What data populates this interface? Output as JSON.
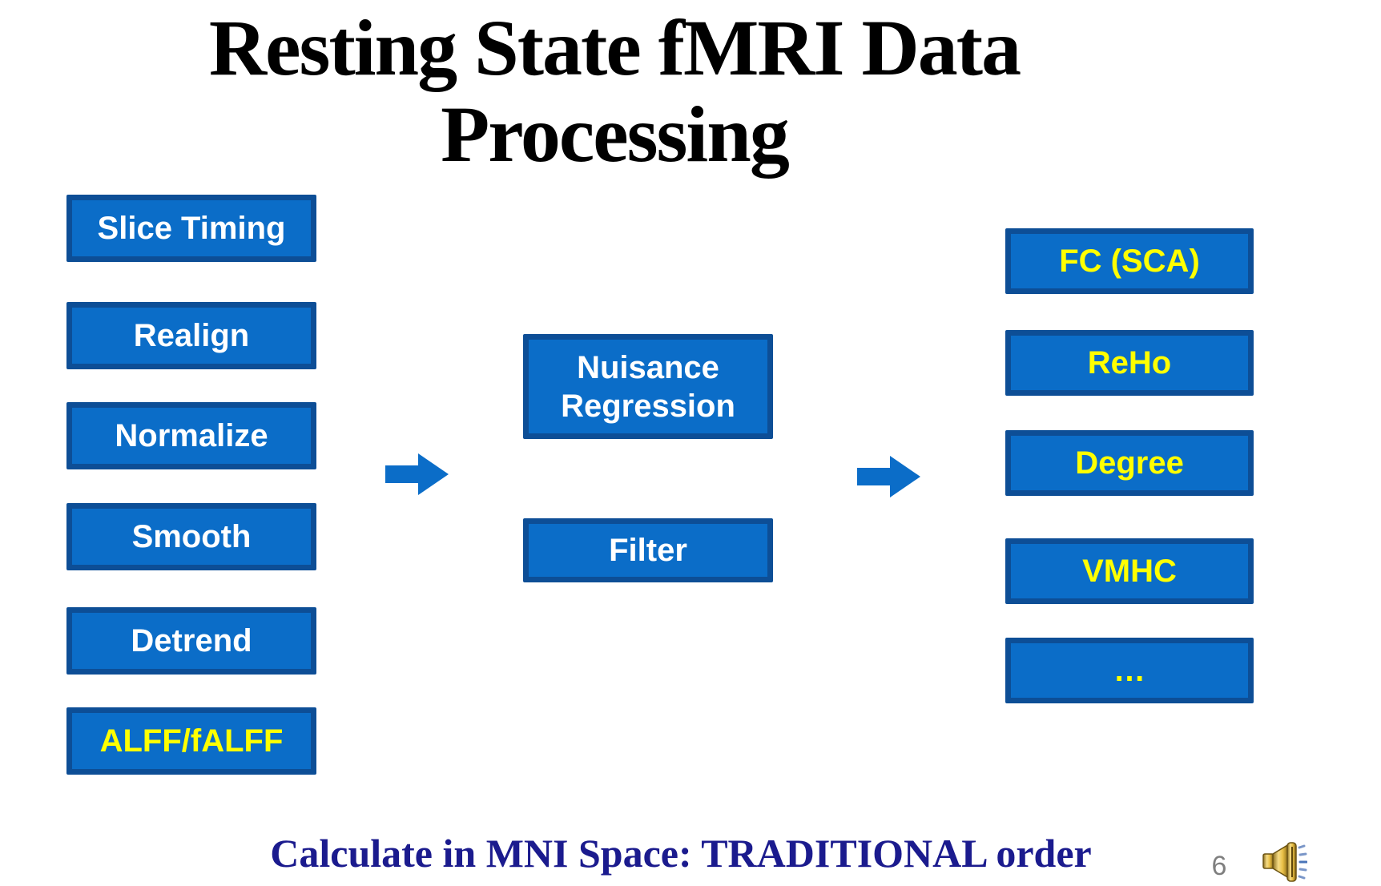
{
  "title": {
    "line1": "Resting State fMRI Data",
    "line2": "Processing"
  },
  "flow": {
    "left_column": {
      "items": [
        {
          "label": "Slice Timing",
          "text_color": "#ffffff"
        },
        {
          "label": "Realign",
          "text_color": "#ffffff"
        },
        {
          "label": "Normalize",
          "text_color": "#ffffff"
        },
        {
          "label": "Smooth",
          "text_color": "#ffffff"
        },
        {
          "label": "Detrend",
          "text_color": "#ffffff"
        },
        {
          "label": "ALFF/fALFF",
          "text_color": "#ffff00"
        }
      ]
    },
    "middle_column": {
      "items": [
        {
          "label": "Nuisance Regression",
          "text_color": "#ffffff"
        },
        {
          "label": "Filter",
          "text_color": "#ffffff"
        }
      ]
    },
    "right_column": {
      "items": [
        {
          "label": "FC (SCA)",
          "text_color": "#ffff00"
        },
        {
          "label": "ReHo",
          "text_color": "#ffff00"
        },
        {
          "label": "Degree",
          "text_color": "#ffff00"
        },
        {
          "label": "VMHC",
          "text_color": "#ffff00"
        },
        {
          "label": "…",
          "text_color": "#ffff00"
        }
      ]
    },
    "arrows": [
      {
        "icon": "right-arrow-icon"
      },
      {
        "icon": "right-arrow-icon"
      }
    ]
  },
  "footer": {
    "text": "Calculate in MNI Space: TRADITIONAL order"
  },
  "status": {
    "page_number": "6",
    "audio_icon": "speaker-icon"
  },
  "colors": {
    "box_fill": "#0b6dc8",
    "box_border": "#0d4e96",
    "arrow_blue": "#0b6dc8",
    "label_white": "#ffffff",
    "label_yellow": "#ffff00",
    "title_black": "#000000",
    "footer_navy": "#1b1b8e",
    "page_number_gray": "#7f7f7f",
    "background": "#ffffff"
  }
}
